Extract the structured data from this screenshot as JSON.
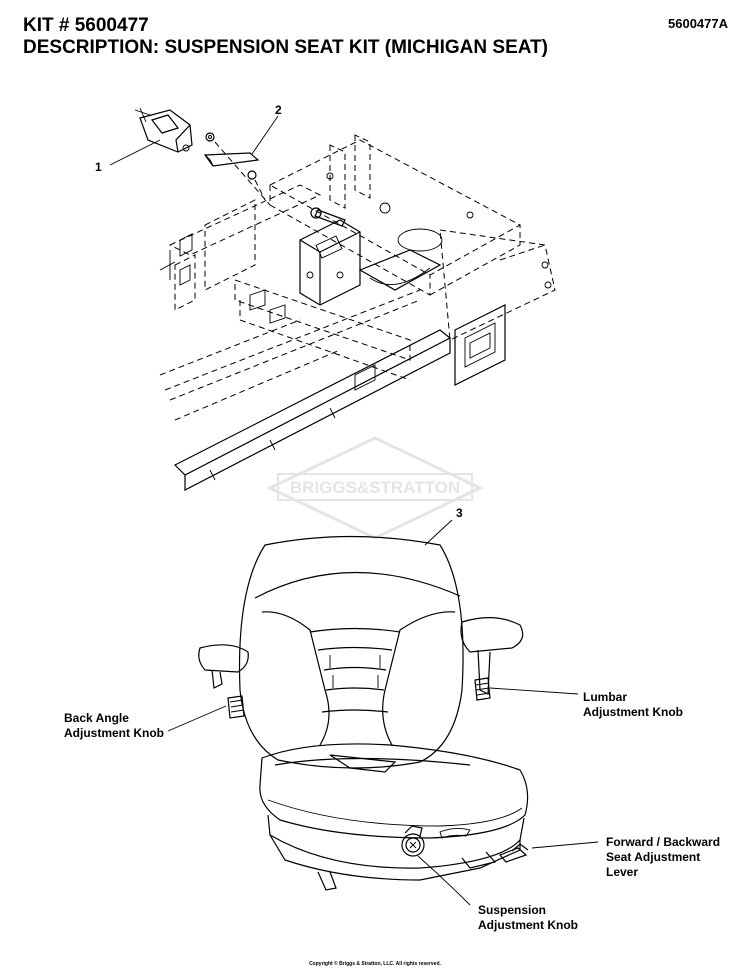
{
  "header": {
    "kit": "KIT # 5600477",
    "description": "DESCRIPTION: SUSPENSION SEAT KIT (MICHIGAN SEAT)",
    "doc_id": "5600477A"
  },
  "callouts": {
    "item1": "1",
    "item2": "2",
    "item3": "3",
    "back_angle_line1": "Back Angle",
    "back_angle_line2": "Adjustment Knob",
    "lumbar_line1": "Lumbar",
    "lumbar_line2": "Adjustment Knob",
    "forward_line1": "Forward / Backward",
    "forward_line2": "Seat Adjustment",
    "forward_line3": "Lever",
    "suspension_line1": "Suspension",
    "suspension_line2": "Adjustment Knob"
  },
  "watermark": "BRIGGS&STRATTON",
  "footer": {
    "copyright": "Copyright © Briggs & Stratton, LLC. All rights reserved."
  }
}
